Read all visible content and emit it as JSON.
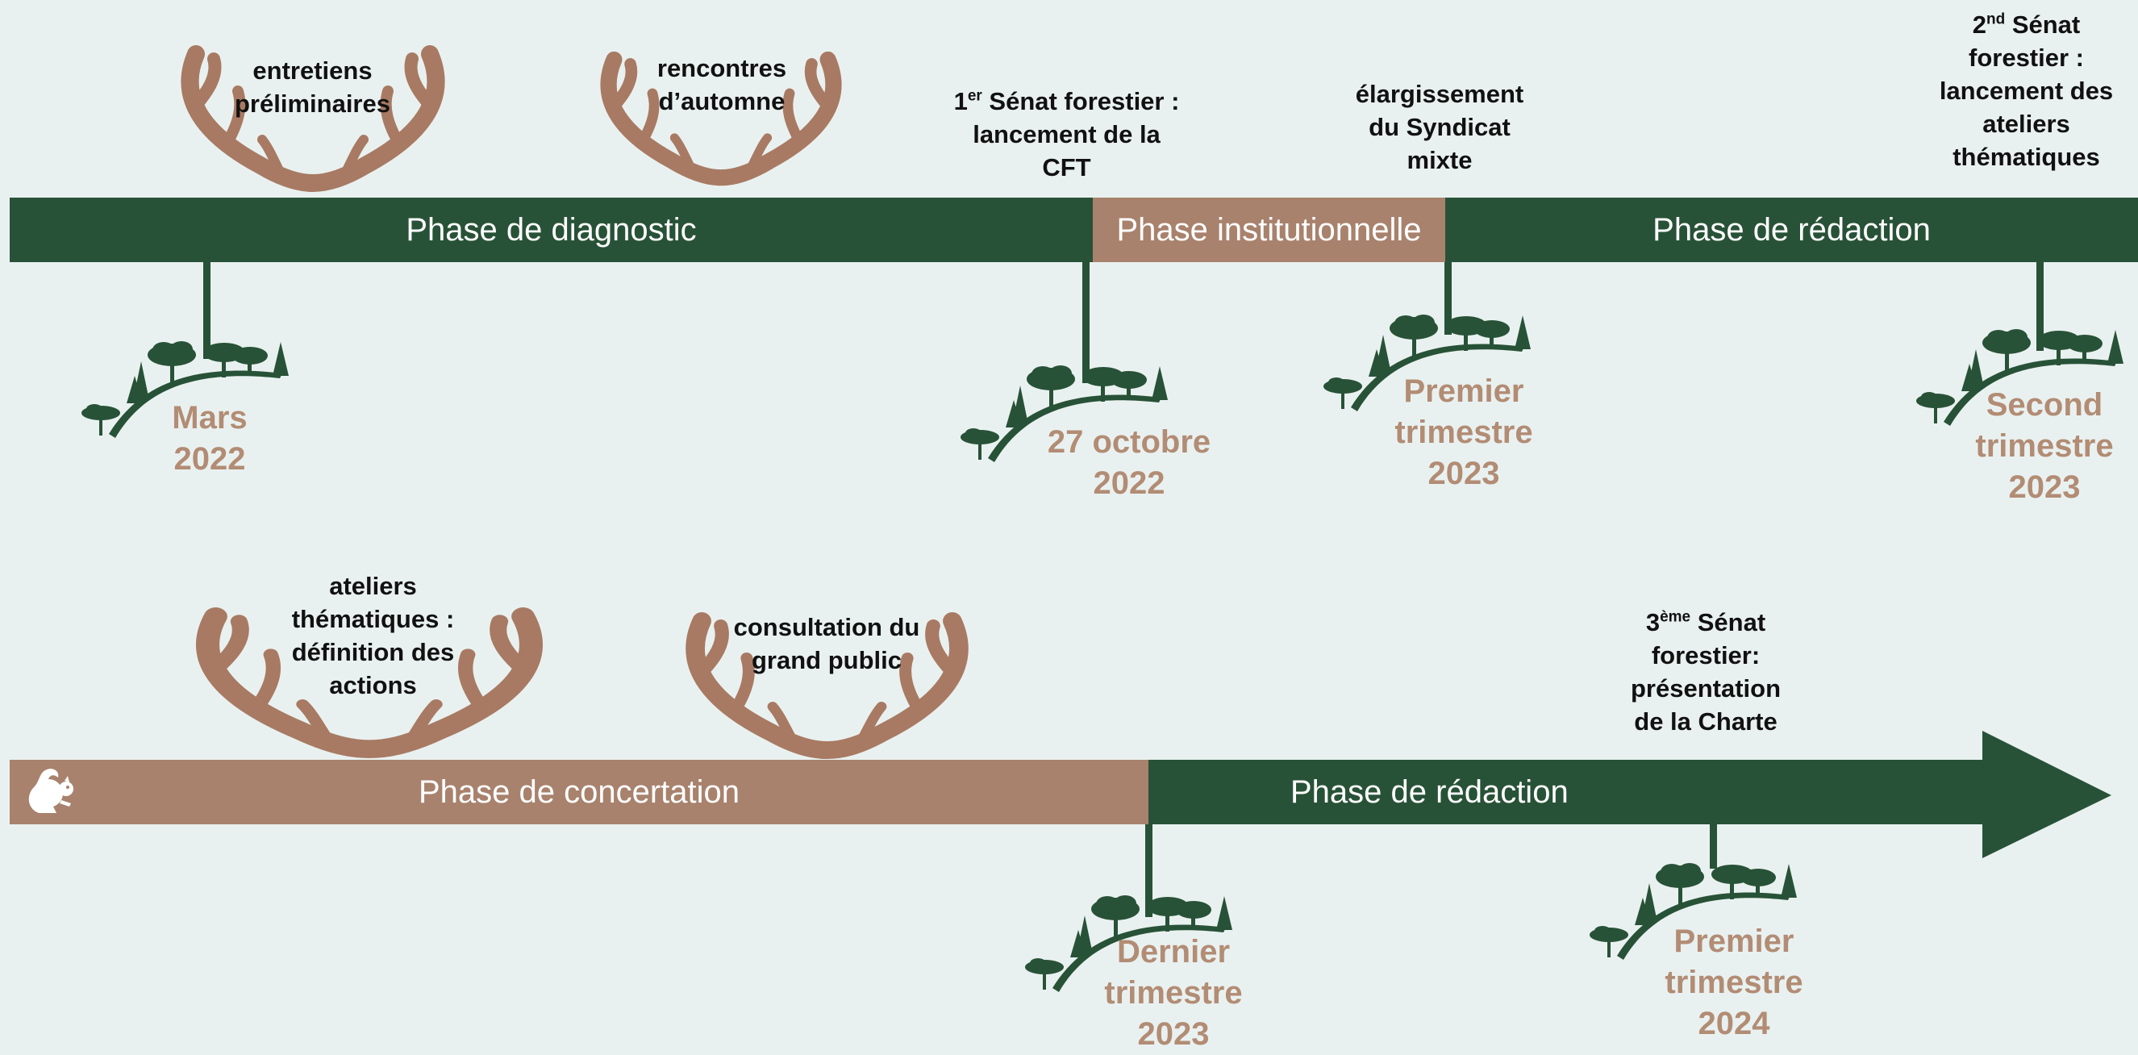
{
  "colors": {
    "background": "#e9f1f0",
    "green": "#285237",
    "brown": "#a8826d",
    "date_text": "#b28c74",
    "event_text": "#111111"
  },
  "icons": {
    "antler": "antler-icon",
    "forest_hill": "forest-hill-icon",
    "squirrel": "squirrel-icon",
    "arrow": "arrow-head-icon"
  },
  "row1": {
    "phases": [
      {
        "label": "Phase de diagnostic"
      },
      {
        "label": "Phase institutionnelle"
      },
      {
        "label": "Phase de rédaction"
      }
    ],
    "events": {
      "e1": {
        "lines": [
          "entretiens",
          "préliminaires"
        ]
      },
      "e2": {
        "lines": [
          "rencontres",
          "d’automne"
        ]
      },
      "e3": {
        "sup": "er",
        "lines": [
          "1",
          "Sénat forestier :",
          "lancement de la",
          "CFT"
        ]
      },
      "e4": {
        "lines": [
          "élargissement",
          "du Syndicat",
          "mixte"
        ]
      },
      "e5": {
        "sup": "nd",
        "lines": [
          "2",
          "Sénat",
          "forestier :",
          "lancement des",
          "ateliers",
          "thématiques"
        ]
      }
    },
    "dates": [
      {
        "lines": [
          "Mars",
          "2022"
        ]
      },
      {
        "lines": [
          "27 octobre",
          "2022"
        ]
      },
      {
        "lines": [
          "Premier",
          "trimestre",
          "2023"
        ]
      },
      {
        "lines": [
          "Second",
          "trimestre",
          "2023"
        ]
      }
    ]
  },
  "row2": {
    "phases": [
      {
        "label": "Phase de concertation"
      },
      {
        "label": "Phase de rédaction"
      }
    ],
    "events": {
      "e1": {
        "lines": [
          "ateliers",
          "thématiques :",
          "définition des",
          "actions"
        ]
      },
      "e2": {
        "lines": [
          "consultation du",
          "grand public"
        ]
      },
      "e3": {
        "sup": "ème",
        "lines": [
          "3",
          "Sénat",
          "forestier:",
          "présentation",
          "de la Charte"
        ]
      }
    },
    "dates": [
      {
        "lines": [
          "Dernier",
          "trimestre",
          "2023"
        ]
      },
      {
        "lines": [
          "Premier",
          "trimestre",
          "2024"
        ]
      }
    ]
  }
}
